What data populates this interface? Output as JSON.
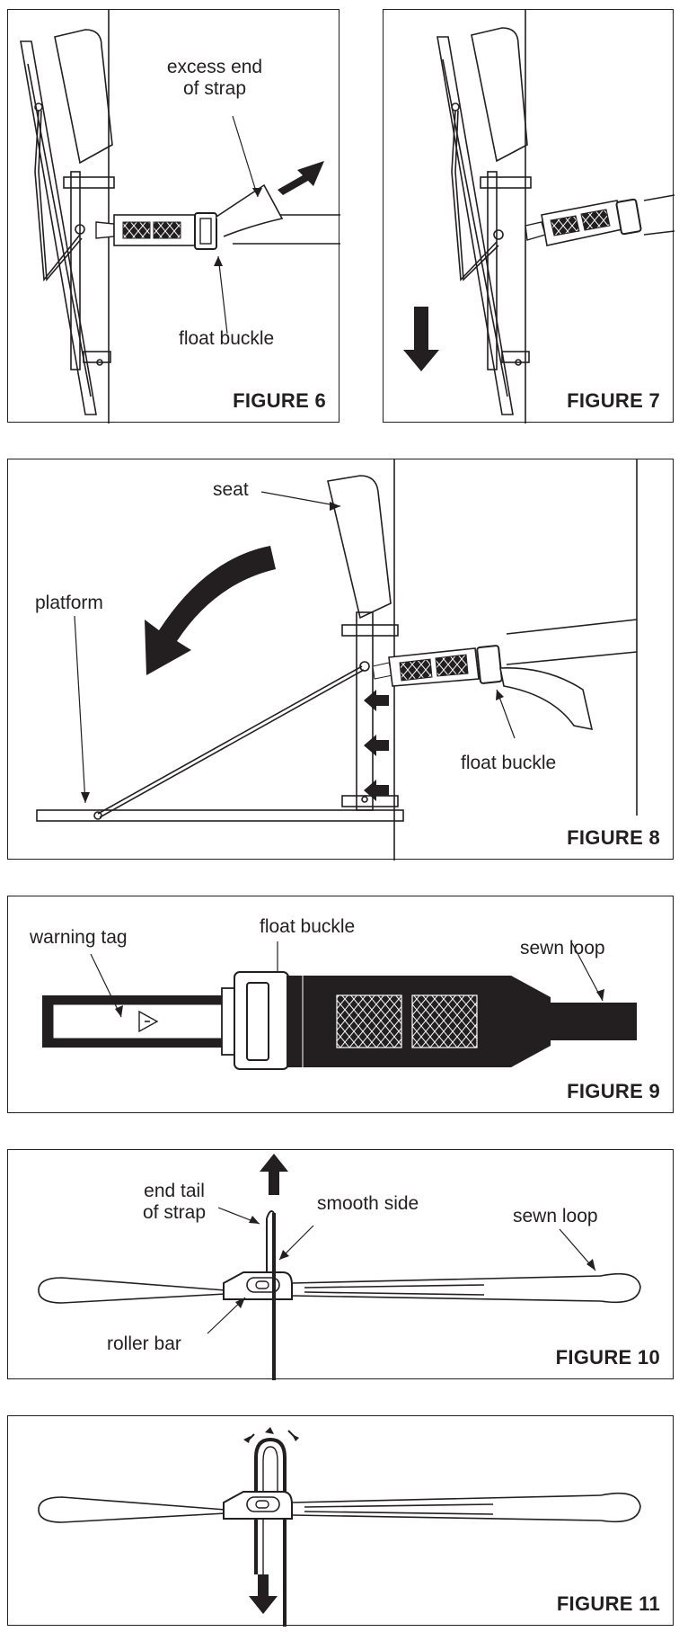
{
  "figure6": {
    "caption": "FIGURE 6",
    "label_excess_line1": "excess end",
    "label_excess_line2": "of strap",
    "label_buckle": "float buckle"
  },
  "figure7": {
    "caption": "FIGURE 7"
  },
  "figure8": {
    "caption": "FIGURE 8",
    "label_seat": "seat",
    "label_platform": "platform",
    "label_buckle": "float buckle"
  },
  "figure9": {
    "caption": "FIGURE 9",
    "label_tag": "warning tag",
    "label_buckle": "float buckle",
    "label_loop": "sewn loop"
  },
  "figure10": {
    "caption": "FIGURE 10",
    "label_tail_line1": "end tail",
    "label_tail_line2": "of strap",
    "label_smooth": "smooth side",
    "label_loop": "sewn loop",
    "label_roller": "roller bar"
  },
  "figure11": {
    "caption": "FIGURE 11"
  },
  "colors": {
    "ink": "#231f20",
    "paper": "#ffffff"
  }
}
